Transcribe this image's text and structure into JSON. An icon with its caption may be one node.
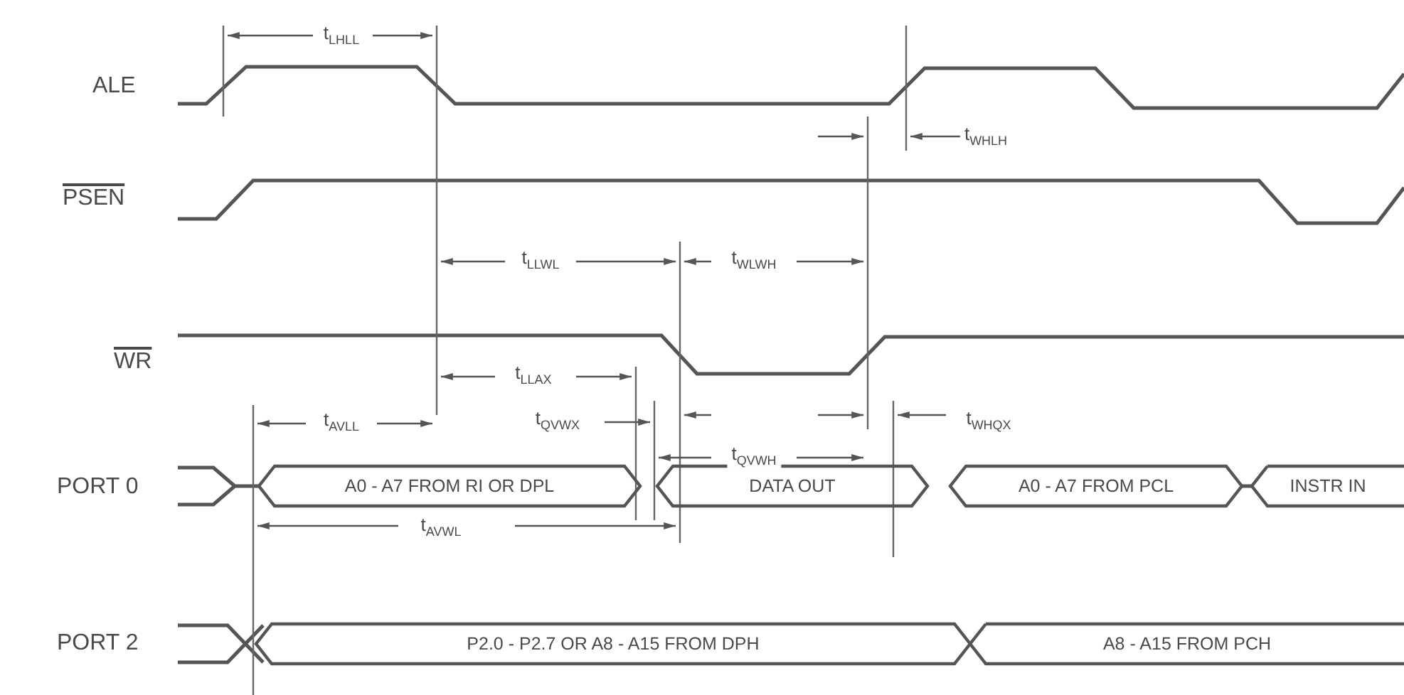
{
  "diagram": {
    "nodes": [
      {
        "text": [
          "A0 - A7 FROM RI OR DPL"
        ]
      },
      {
        "text": [
          "DATA OUT"
        ]
      },
      {
        "text": [
          "A0 - A7 FROM PCL"
        ]
      },
      {
        "text": [
          "INSTR IN"
        ]
      },
      {
        "text": [
          "P2.0 - P2.7 OR A8 - A15 FROM DPH"
        ]
      },
      {
        "text": [
          "A8 - A15 FROM PCH"
        ]
      }
    ],
    "labels": [
      "t$_{LHLL}$",
      "ALE",
      "t$_{WHLH}$",
      "PSEN",
      "t$_{LLWL}$",
      "t$_{WLWH}$",
      "WR",
      "t$_{LLAX}$",
      "t$_{AVLL}$",
      "t$_{QVWX}$",
      "t$_{QVWH}$",
      "t$_{WHQX}$",
      "PORT  0",
      "t$_{AVWL}$",
      "PORT  2"
    ]
  }
}
